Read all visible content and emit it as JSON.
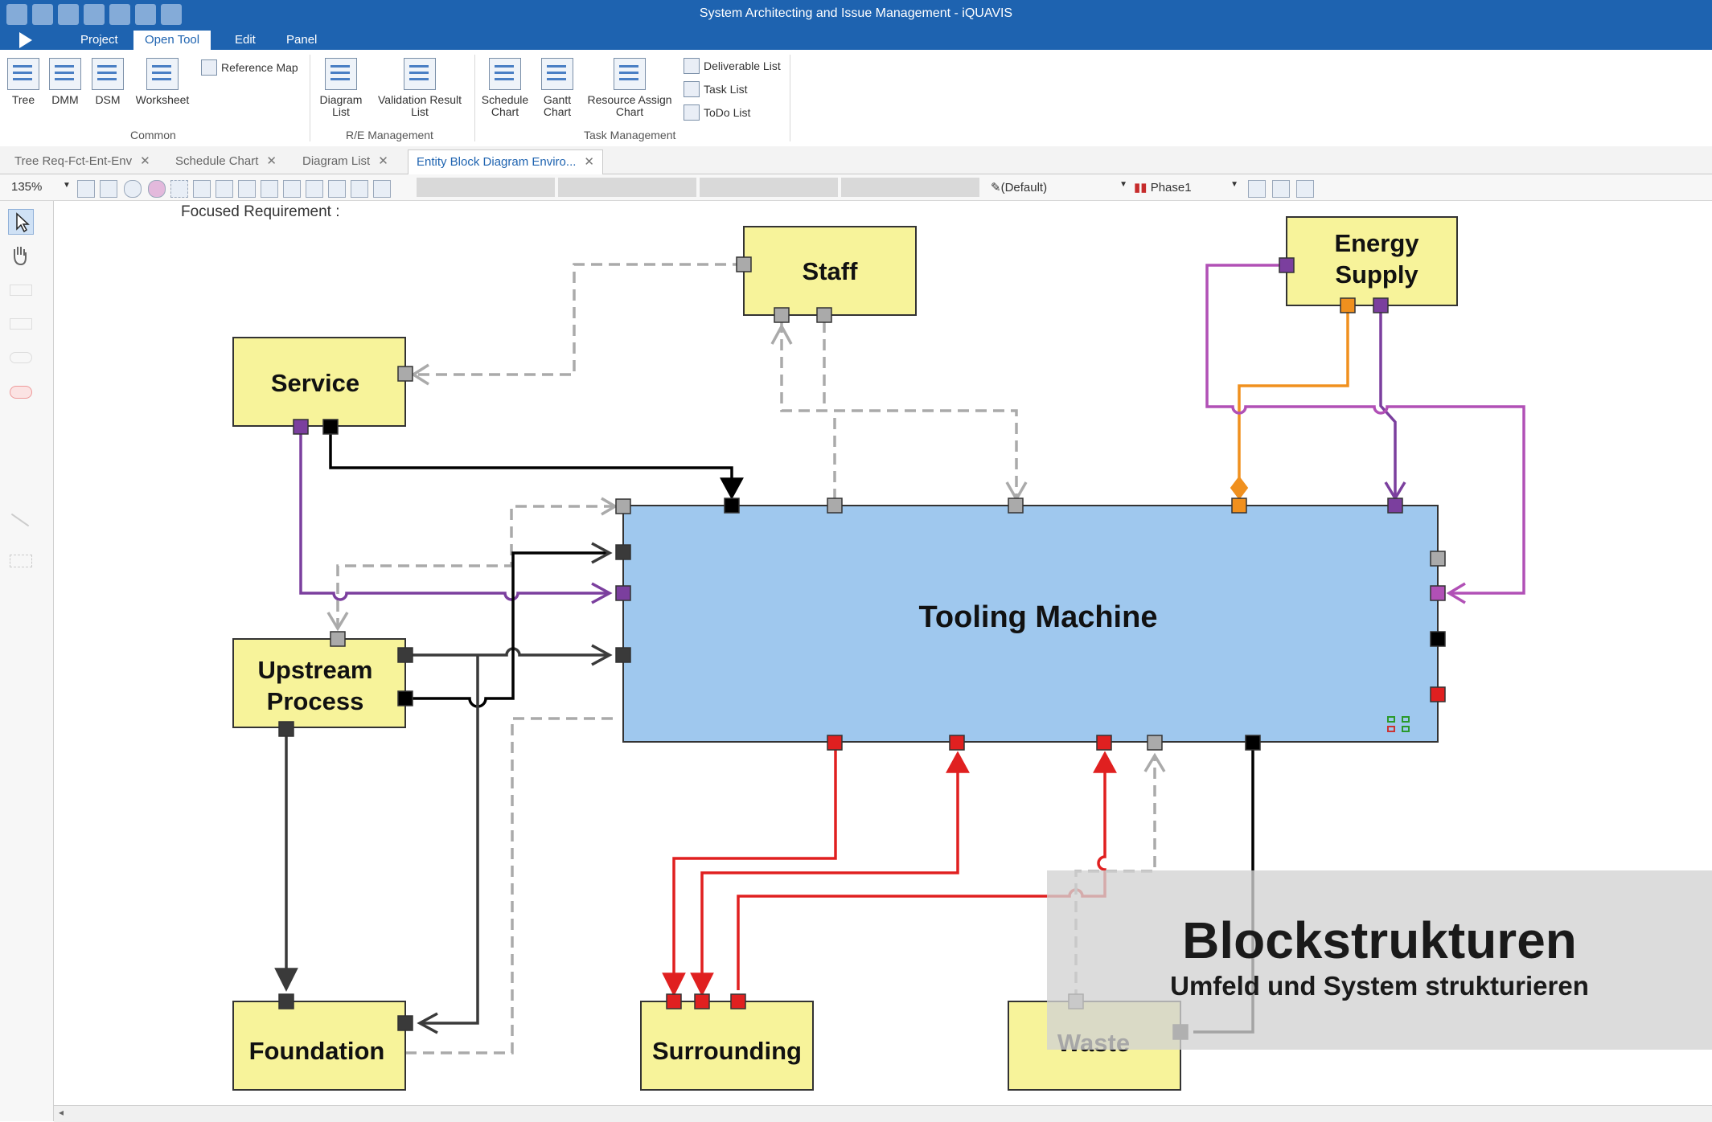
{
  "window": {
    "title": "System Architecting and Issue Management - iQUAVIS"
  },
  "menu": {
    "tabs": [
      "Project",
      "Open Tool",
      "Edit",
      "Panel"
    ],
    "active": "Open Tool"
  },
  "ribbon": {
    "common": {
      "tree": "Tree",
      "dmm": "DMM",
      "dsm": "DSM",
      "worksheet": "Worksheet",
      "reference_map": "Reference Map",
      "label": "Common"
    },
    "re": {
      "diagram_list": "Diagram List",
      "validation": "Validation Result List",
      "label": "R/E Management"
    },
    "task": {
      "schedule": "Schedule Chart",
      "gantt": "Gantt Chart",
      "resource": "Resource Assign Chart",
      "deliverable": "Deliverable List",
      "task_list": "Task List",
      "todo": "ToDo List",
      "label": "Task Management"
    }
  },
  "doc_tabs": [
    "Tree Req-Fct-Ent-Env",
    "Schedule Chart",
    "Diagram List",
    "Entity Block Diagram Enviro..."
  ],
  "toolbar": {
    "zoom": "135%",
    "style": "(Default)",
    "phase": "Phase1"
  },
  "canvas": {
    "focused_label": "Focused Requirement :"
  },
  "blocks": {
    "staff": "Staff",
    "energy1": "Energy",
    "energy2": "Supply",
    "service": "Service",
    "upstream1": "Upstream",
    "upstream2": "Process",
    "tooling": "Tooling Machine",
    "foundation": "Foundation",
    "surrounding": "Surrounding",
    "waste": "Waste"
  },
  "overlay": {
    "title": "Blockstrukturen",
    "subtitle": "Umfeld und System strukturieren"
  },
  "colors": {
    "titlebar": "#1e63b0",
    "block_fill": "#f7f39a",
    "main_fill": "#9fc8ee",
    "purple": "#7b3f9e",
    "orange": "#f0901e",
    "red": "#e02020",
    "gray": "#aaaaaa",
    "black": "#000000"
  }
}
